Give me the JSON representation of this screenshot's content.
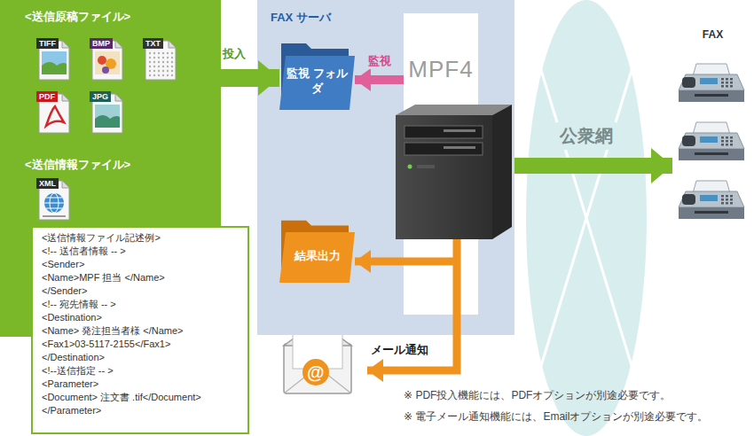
{
  "diagram": {
    "nodes": [
      {
        "text": [
          "<送信原稿ファイル>",
          "<送信情報ファイル>"
        ]
      },
      {
        "text": [
          "TIFF"
        ],
        "in": 0
      },
      {
        "text": [
          "BMP"
        ],
        "in": 0
      },
      {
        "text": [
          "TXT"
        ],
        "in": 0
      },
      {
        "text": [
          "PDF"
        ],
        "in": 0
      },
      {
        "text": [
          "JPG"
        ],
        "in": 0
      },
      {
        "text": [
          "XML"
        ],
        "in": 0
      },
      {
        "text": [
          "<送信情報ファイル記述例>",
          "<!-- 送信者情報 -- >",
          "<Sender>",
          "<Name>MPF 担当 </Name>",
          "</Sender>",
          "<!-- 宛先情報 -- >",
          "<Destination>",
          "<Name> 発注担当者様 </Name>",
          "<Fax1>03-5117-2155</Fax1>",
          "</Destination>",
          "<!--送信指定 -- >",
          "<Parameter>",
          "<Document> 注文書 .tif</Document>",
          "</Parameter>"
        ]
      },
      {
        "text": [
          "FAX サーバ"
        ]
      },
      {
        "text": [
          "監視 フォルダ"
        ],
        "in": 8
      },
      {
        "text": [
          "MPF4"
        ],
        "in": 8
      },
      {
        "text": [
          "結果出力"
        ],
        "in": 8
      },
      {
        "text": [
          "公衆網"
        ]
      },
      {
        "text": [
          "FAX"
        ]
      }
    ],
    "edges": [
      {
        "from": 0,
        "to": 9,
        "arrow": "to",
        "label": "投入"
      },
      {
        "from": 10,
        "to": 9,
        "arrow": "to",
        "label": "監視"
      },
      {
        "from": 10,
        "to": 11,
        "arrow": "to"
      },
      {
        "from": 8,
        "to": 13,
        "arrow": "to"
      }
    ],
    "labels": [
      "メール通知",
      "@",
      "※ PDF投入機能には、PDFオプションが別途必要です。",
      "※ 電子メール通知機能には、Emailオプションが別途必要です。"
    ]
  }
}
